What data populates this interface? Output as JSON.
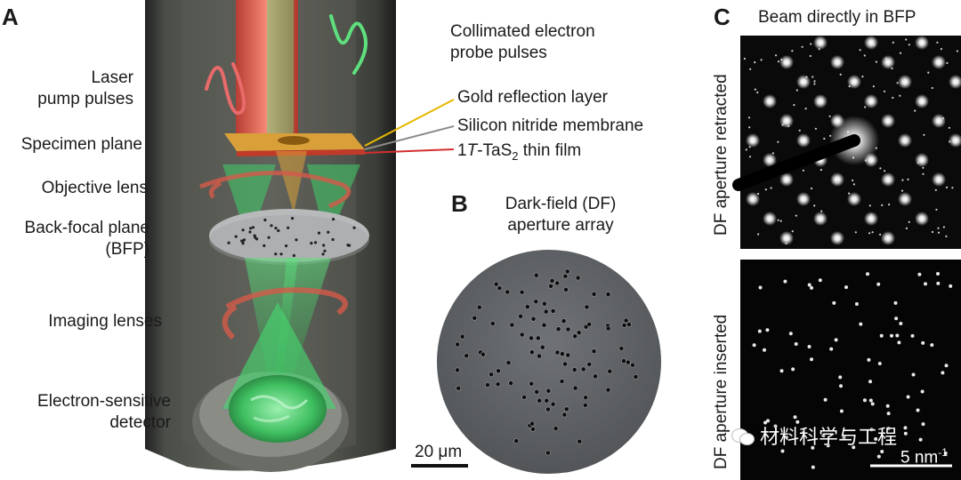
{
  "panels": {
    "a": "A",
    "b": "B",
    "c": "C"
  },
  "left_labels": [
    "Laser\npump pulses",
    "Specimen plane",
    "Objective lens",
    "Back-focal plane\n(BFP)",
    "Imaging lenses",
    "Electron-sensitive\ndetector"
  ],
  "probe_label": "Collimated electron\nprobe pulses",
  "layers": {
    "gold": "Gold reflection layer",
    "silicon": "Silicon nitride membrane",
    "film_prefix": "1",
    "film_italic": "T",
    "film_mid": "-TaS",
    "film_sub": "2",
    "film_suffix": " thin film"
  },
  "panel_b": {
    "title": "Dark-field (DF)\naperture array",
    "scalebar": "20 μm"
  },
  "panel_c": {
    "title": "Beam directly in BFP",
    "top_side": "DF aperture retracted",
    "bottom_side": "DF aperture inserted",
    "scalebar_base": "5 nm",
    "scalebar_sup": "-1"
  },
  "watermark": "材料科学与工程",
  "colors": {
    "gold_line": "#e6b800",
    "gray_line": "#8a8a8a",
    "red_line": "#d32f2f",
    "laser": "#e0453a",
    "electron": "#3fcf6a"
  }
}
